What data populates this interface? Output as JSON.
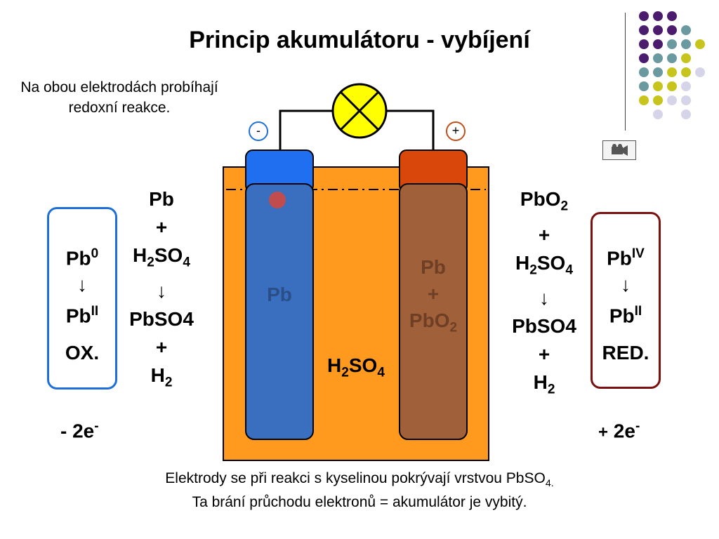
{
  "title": "Princip akumulátoru - vybíjení",
  "note": "Na obou elektrodách probíhají redoxní reakce.",
  "terminals": {
    "negative": "-",
    "positive": "+"
  },
  "left_box": {
    "top": "Pb",
    "top_sup": "0",
    "arrow": "↓",
    "bottom": "Pb",
    "bottom_sup": "II",
    "label": "OX."
  },
  "right_box": {
    "top": "Pb",
    "top_sup": "IV",
    "arrow": "↓",
    "bottom": "Pb",
    "bottom_sup": "II",
    "label": "RED."
  },
  "left_reaction": {
    "r1": "Pb",
    "plus1": "+",
    "acid_a": "H",
    "acid_b": "2",
    "acid_c": "SO",
    "acid_d": "4",
    "arrow": "↓",
    "product": "PbSO4",
    "plus2": "+",
    "gas_a": "H",
    "gas_b": "2"
  },
  "right_reaction": {
    "r1a": "PbO",
    "r1b": "2",
    "plus1": "+",
    "acid_a": "H",
    "acid_b": "2",
    "acid_c": "SO",
    "acid_d": "4",
    "arrow": "↓",
    "product": "PbSO4",
    "plus2": "+",
    "gas_a": "H",
    "gas_b": "2"
  },
  "electrons": {
    "left": "- 2e",
    "left_sup": "-",
    "right_plus": "+",
    "right": " 2e",
    "right_sup": "-"
  },
  "electrolyte": {
    "a": "H",
    "b": "2",
    "c": "SO",
    "d": "4"
  },
  "electrode_left": {
    "label": "Pb"
  },
  "electrode_right": {
    "l1": "Pb",
    "l2": "+",
    "l3a": "PbO",
    "l3b": "2"
  },
  "footer": {
    "line1_a": "Elektrody se při reakci s kyselinou pokrývají vrstvou PbSO",
    "line1_b": "4.",
    "line2": "Ta brání průchodu elektronů = akumulátor je vybitý."
  },
  "colors": {
    "electrolyte": "#ff9a1f",
    "anode_cap": "#1f6ff0",
    "anode_body": "#3a6fc0",
    "cathode_cap": "#d9470a",
    "cathode_body": "#a0603a",
    "ox_border": "#1e6fd9",
    "red_border": "#7a1010",
    "bulb": "#ffff00",
    "dot_purple": "#4b1c6e",
    "dot_teal": "#6a9aa0",
    "dot_olive": "#c7c41e",
    "dot_lavender": "#d6d4e8"
  }
}
